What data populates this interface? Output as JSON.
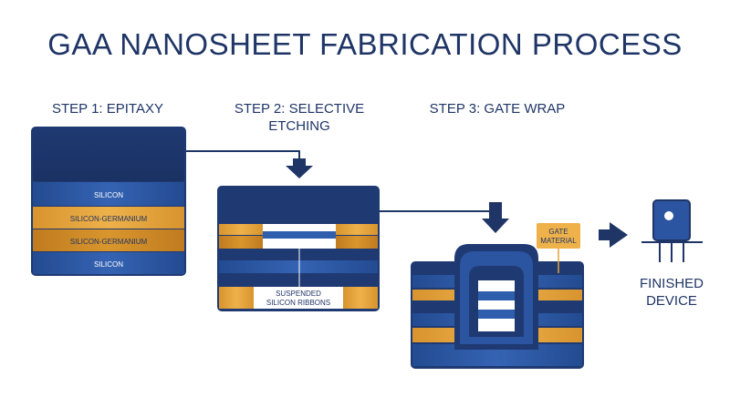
{
  "title": "GAA NANOSHEET FABRICATION PROCESS",
  "steps": [
    {
      "label": "STEP 1: EPITAXY"
    },
    {
      "label_line1": "STEP 2: SELECTIVE",
      "label_line2": "ETCHING"
    },
    {
      "label": "STEP 3: GATE WRAP"
    }
  ],
  "layers": [
    "SILICON",
    "SILICON-GERMANIUM",
    "SILICON-GERMANIUM",
    "SILICON"
  ],
  "callouts": {
    "suspended_line1": "SUSPENDED",
    "suspended_line2": "SILICON RIBBONS",
    "gate_line1": "GATE",
    "gate_line2": "MATERIAL"
  },
  "finished_line1": "FINISHED",
  "finished_line2": "DEVICE",
  "colors": {
    "navy": "#1f3566",
    "blue": "#2b55a0",
    "orange": "#e2a23a",
    "dark_orange": "#c98624"
  }
}
